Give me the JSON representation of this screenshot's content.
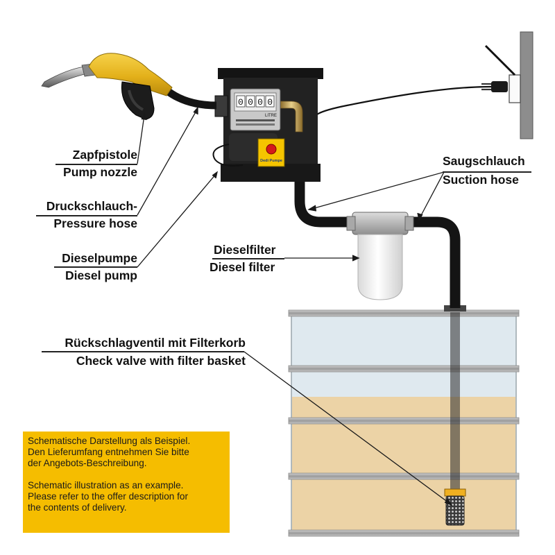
{
  "colors": {
    "nozzle": "#e8b81e",
    "hose": "#141414",
    "pump_body": "#1e1e1e",
    "filter_head": "#b8b8b8",
    "filter_bowl": "#f2f2f2",
    "tank_air": "#dfe9ef",
    "tank_fuel": "#ecd3a6",
    "tank_hoop": "#a9a9a9",
    "note_background": "#f5bd00",
    "leader_line": "#1a1a1a"
  },
  "pump": {
    "counter_digits": "0000",
    "counter_unit": "LITRE",
    "switch_label": "Dedi Pumpe"
  },
  "labels": {
    "pump_nozzle": {
      "de": "Zapfpistole",
      "en": "Pump nozzle"
    },
    "pressure_hose": {
      "de": "Druckschlauch-",
      "en": "Pressure hose"
    },
    "diesel_pump": {
      "de": "Dieselpumpe",
      "en": "Diesel pump"
    },
    "suction_hose": {
      "de": "Saugschlauch",
      "en": "Suction hose"
    },
    "diesel_filter": {
      "de": "Dieselfilter",
      "en": "Diesel filter"
    },
    "check_valve": {
      "de": "Rückschlagventil mit Filterkorb",
      "en": "Check valve with filter basket"
    }
  },
  "note": {
    "de_line1": "Schematische Darstellung als Beispiel.",
    "de_line2": "Den Lieferumfang entnehmen Sie bitte",
    "de_line3": "der Angebots-Beschreibung.",
    "en_line1": "Schematic illustration as an example.",
    "en_line2": "Please refer to the offer description for",
    "en_line3": "the contents of delivery."
  }
}
